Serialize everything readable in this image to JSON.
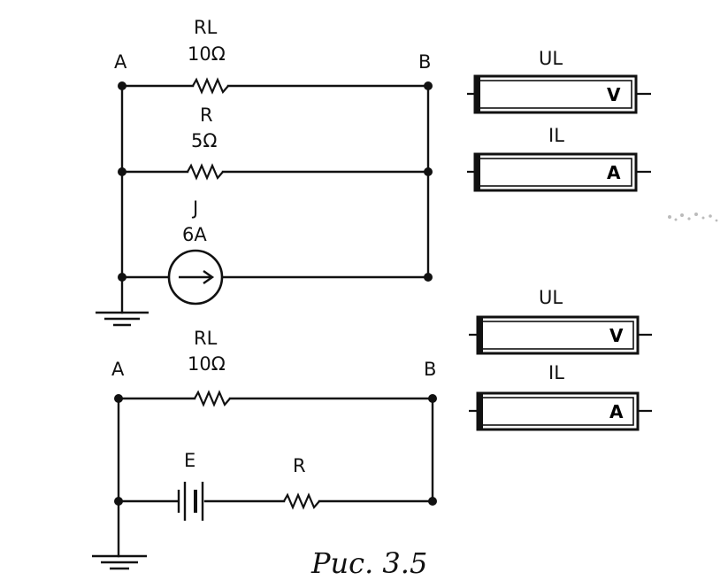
{
  "circuit_top": {
    "node_a": "A",
    "node_b": "B",
    "rl_name": "RL",
    "rl_value": "10Ω",
    "r_name": "R",
    "r_value": "5Ω",
    "j_name": "J",
    "j_value": "6A"
  },
  "circuit_bottom": {
    "node_a": "A",
    "node_b": "B",
    "rl_name": "RL",
    "rl_value": "10Ω",
    "e_name": "E",
    "r_name": "R"
  },
  "meters_top": {
    "voltmeter_label": "UL",
    "voltmeter_unit": "V",
    "ammeter_label": "IL",
    "ammeter_unit": "A"
  },
  "meters_bottom": {
    "voltmeter_label": "UL",
    "voltmeter_unit": "V",
    "ammeter_label": "IL",
    "ammeter_unit": "A"
  },
  "caption": "Рис. 3.5"
}
